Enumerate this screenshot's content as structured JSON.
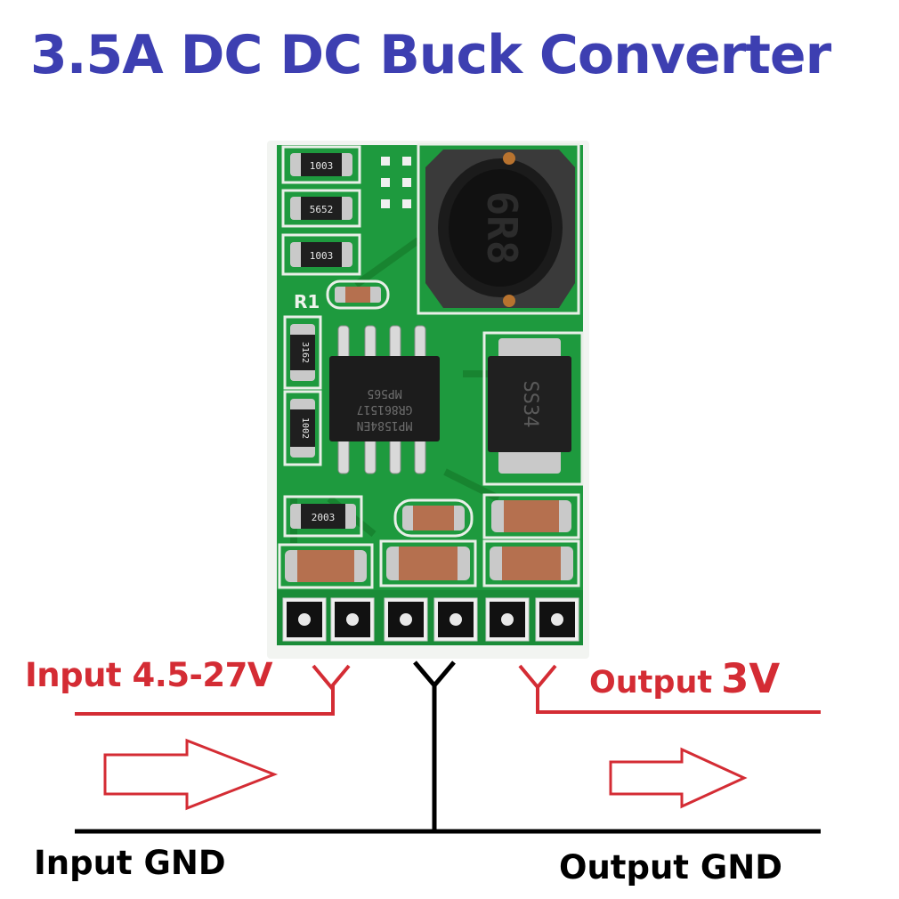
{
  "title": "3.5A DC DC Buck Converter",
  "colors": {
    "title": "#3d3fb1",
    "label_red": "#d42c34",
    "pcb_green": "#1e9a3e",
    "pcb_dark": "#177a30",
    "silk": "#eef3ec",
    "pad": "#e8e8e8",
    "wire_black": "#000000",
    "wire_red": "#d42c34"
  },
  "labels": {
    "input_voltage_prefix": "Input",
    "input_voltage_range": "4.5-27V",
    "output_prefix": "Output",
    "output_value": "3V",
    "input_gnd": "Input GND",
    "output_gnd": "Output GND"
  },
  "components": {
    "resistors": [
      "1003",
      "5652",
      "1003",
      "3162",
      "1002",
      "2003"
    ],
    "silk_label_r1": "R1",
    "ic_marking_lines": [
      "MP1584EN",
      "GR861517",
      "MP565"
    ],
    "inductor_marking": "6R8",
    "diode_marking": "SS34"
  },
  "icons": [
    "arrow-right-icon",
    "arrow-right-icon"
  ]
}
